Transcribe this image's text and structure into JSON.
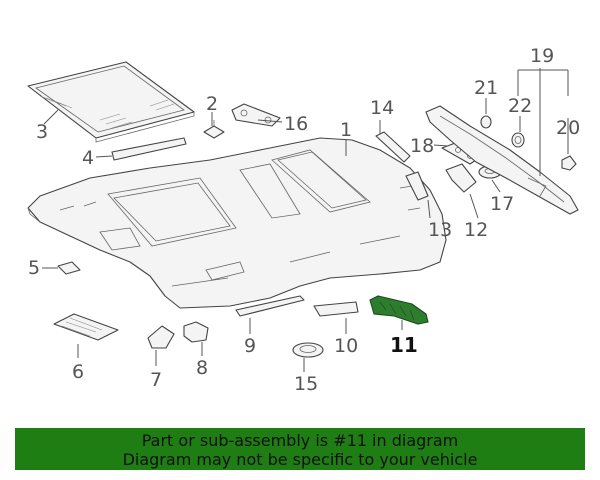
{
  "callouts": {
    "c1": "1",
    "c2": "2",
    "c3": "3",
    "c4": "4",
    "c5": "5",
    "c6": "6",
    "c7": "7",
    "c8": "8",
    "c9": "9",
    "c10": "10",
    "c11": "11",
    "c12": "12",
    "c13": "13",
    "c14": "14",
    "c15": "15",
    "c16": "16",
    "c17": "17",
    "c18": "18",
    "c19": "19",
    "c20": "20",
    "c21": "21",
    "c22": "22"
  },
  "highlighted_part": "11",
  "colors": {
    "highlight": "#2e7d2e",
    "banner": "#1e7d13",
    "line": "#444444"
  },
  "banner": {
    "line1": "Part or sub-assembly is #11 in diagram",
    "line2": "Diagram may not be specific to your vehicle"
  }
}
